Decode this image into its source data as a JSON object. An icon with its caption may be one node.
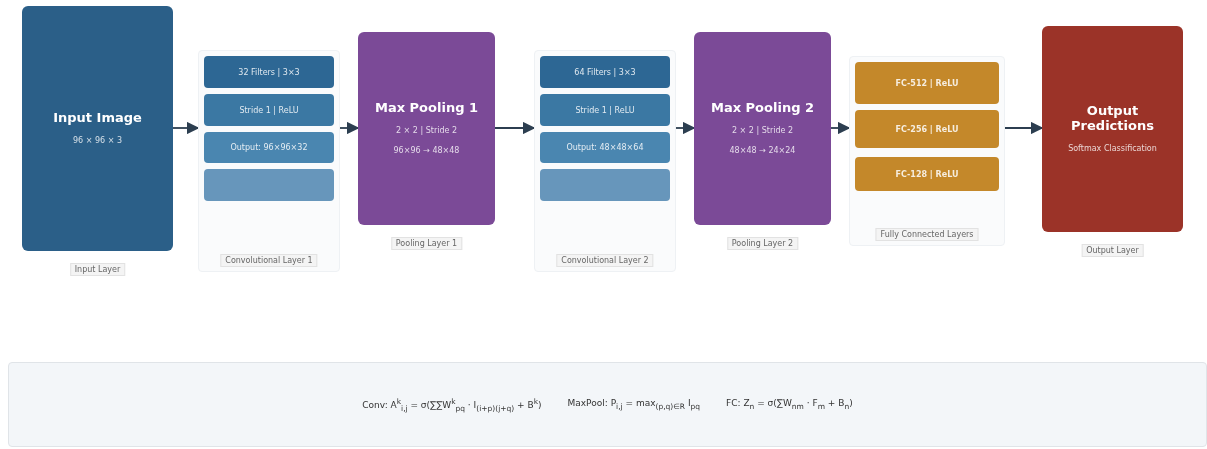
{
  "diagram": {
    "nodes": [
      {
        "text": [
          "Input Image",
          "96 × 96 × 3"
        ],
        "beside": [
          "Input Layer"
        ]
      },
      {
        "text": [
          "Convolutional Layer 1"
        ]
      },
      {
        "text": [
          "32 Filters | 3×3"
        ],
        "in": 1
      },
      {
        "text": [
          "Stride 1 | ReLU"
        ],
        "in": 1
      },
      {
        "text": [
          "Output: 96×96×32"
        ],
        "in": 1
      },
      {
        "text": [],
        "shape": "box",
        "in": 1
      },
      {
        "text": [
          "Max Pooling 1",
          "2 × 2 | Stride 2",
          "96×96 → 48×48"
        ],
        "beside": [
          "Pooling Layer 1"
        ]
      },
      {
        "text": [
          "Convolutional Layer 2"
        ]
      },
      {
        "text": [
          "64 Filters | 3×3"
        ],
        "in": 7
      },
      {
        "text": [
          "Stride 1 | ReLU"
        ],
        "in": 7
      },
      {
        "text": [
          "Output: 48×48×64"
        ],
        "in": 7
      },
      {
        "text": [],
        "shape": "box",
        "in": 7
      },
      {
        "text": [
          "Max Pooling 2",
          "2 × 2 | Stride 2",
          "48×48 → 24×24"
        ],
        "beside": [
          "Pooling Layer 2"
        ]
      },
      {
        "text": [
          "Fully Connected Layers"
        ]
      },
      {
        "text": [
          "FC-512 | ReLU"
        ],
        "in": 13
      },
      {
        "text": [
          "FC-256 | ReLU"
        ],
        "in": 13
      },
      {
        "text": [
          "FC-128 | ReLU"
        ],
        "in": 13
      },
      {
        "text": [
          "Output Predictions",
          "Softmax Classification"
        ],
        "beside": [
          "Output Layer"
        ]
      }
    ],
    "edges": [
      {
        "from": 0,
        "to": 1,
        "arrow": "to"
      },
      {
        "from": 1,
        "to": 6,
        "arrow": "to"
      },
      {
        "from": 6,
        "to": 7,
        "arrow": "to"
      },
      {
        "from": 7,
        "to": 12,
        "arrow": "to"
      },
      {
        "from": 12,
        "to": 13,
        "arrow": "to"
      },
      {
        "from": 13,
        "to": 17,
        "arrow": "to"
      }
    ],
    "labels": [
      "Conv: A$^{k}$$_{i,j}$ = σ(∑∑W$^{k}$$_{pq}$ · I$_{(i+p)(j+q)}$ + B$^{k}$)",
      "MaxPool: P$_{i,j}$ = max$_{(p,q)∈R}$ I$_{pq}$",
      "FC: Z$_{n}$ = σ(∑W$_{nm}$ · F$_{m}$ + B$_{n}$)"
    ]
  }
}
